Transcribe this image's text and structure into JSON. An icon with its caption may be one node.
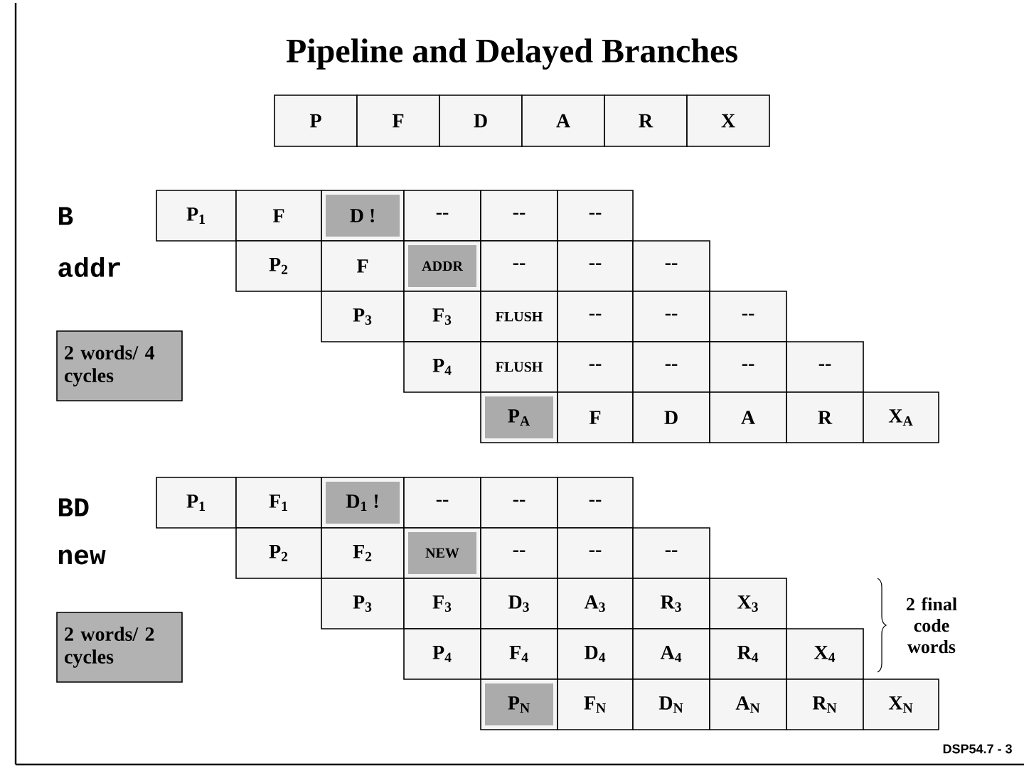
{
  "diagram": {
    "title": "Pipeline and Delayed Branches",
    "nodes": [
      {
        "text": [
          "P"
        ]
      },
      {
        "text": [
          "F"
        ]
      },
      {
        "text": [
          "D"
        ]
      },
      {
        "text": [
          "A"
        ]
      },
      {
        "text": [
          "R"
        ]
      },
      {
        "text": [
          "X"
        ]
      },
      {
        "text": [
          "P$_{1}$"
        ]
      },
      {
        "text": [
          "F"
        ]
      },
      {
        "text": [
          "D !"
        ]
      },
      {
        "text": [
          "--"
        ]
      },
      {
        "text": [
          "--"
        ]
      },
      {
        "text": [
          "--"
        ]
      },
      {
        "text": [
          "P$_{2}$"
        ]
      },
      {
        "text": [
          "F"
        ]
      },
      {
        "text": [
          "ADDR"
        ]
      },
      {
        "text": [
          "--"
        ]
      },
      {
        "text": [
          "--"
        ]
      },
      {
        "text": [
          "--"
        ]
      },
      {
        "text": [
          "P$_{3}$"
        ]
      },
      {
        "text": [
          "F$_{3}$"
        ]
      },
      {
        "text": [
          "FLUSH"
        ]
      },
      {
        "text": [
          "--"
        ]
      },
      {
        "text": [
          "--"
        ]
      },
      {
        "text": [
          "--"
        ]
      },
      {
        "text": [
          "P$_{4}$"
        ]
      },
      {
        "text": [
          "FLUSH"
        ]
      },
      {
        "text": [
          "--"
        ]
      },
      {
        "text": [
          "--"
        ]
      },
      {
        "text": [
          "--"
        ]
      },
      {
        "text": [
          "--"
        ]
      },
      {
        "text": [
          "P$_{A}$"
        ]
      },
      {
        "text": [
          "F"
        ]
      },
      {
        "text": [
          "D"
        ]
      },
      {
        "text": [
          "A"
        ]
      },
      {
        "text": [
          "R"
        ]
      },
      {
        "text": [
          "X$_{A}$"
        ]
      },
      {
        "text": [
          "2 words/ 4 cycles"
        ]
      },
      {
        "text": [
          "P$_{1}$"
        ]
      },
      {
        "text": [
          "F$_{1}$"
        ]
      },
      {
        "text": [
          "D$_{1}$ !"
        ]
      },
      {
        "text": [
          "--"
        ]
      },
      {
        "text": [
          "--"
        ]
      },
      {
        "text": [
          "--"
        ]
      },
      {
        "text": [
          "P$_{2}$"
        ]
      },
      {
        "text": [
          "F$_{2}$"
        ]
      },
      {
        "text": [
          "NEW"
        ]
      },
      {
        "text": [
          "--"
        ]
      },
      {
        "text": [
          "--"
        ]
      },
      {
        "text": [
          "--"
        ]
      },
      {
        "text": [
          "P$_{3}$"
        ]
      },
      {
        "text": [
          "F$_{3}$"
        ]
      },
      {
        "text": [
          "D$_{3}$"
        ]
      },
      {
        "text": [
          "A$_{3}$"
        ]
      },
      {
        "text": [
          "R$_{3}$"
        ]
      },
      {
        "text": [
          "X$_{3}$"
        ]
      },
      {
        "text": [
          "P$_{4}$"
        ]
      },
      {
        "text": [
          "F$_{4}$"
        ]
      },
      {
        "text": [
          "D$_{4}$"
        ]
      },
      {
        "text": [
          "A$_{4}$"
        ]
      },
      {
        "text": [
          "R$_{4}$"
        ]
      },
      {
        "text": [
          "X$_{4}$"
        ]
      },
      {
        "text": [
          "P$_{N}$"
        ]
      },
      {
        "text": [
          "F$_{N}$"
        ]
      },
      {
        "text": [
          "D$_{N}$"
        ]
      },
      {
        "text": [
          "A$_{N}$"
        ]
      },
      {
        "text": [
          "R$_{N}$"
        ]
      },
      {
        "text": [
          "X$_{N}$"
        ]
      },
      {
        "text": [
          "2 words/ 2 cycles"
        ]
      }
    ],
    "labels": [
      "B",
      "addr",
      "BD",
      "new",
      "2 final code words",
      "DSP54.7 - 3"
    ]
  }
}
